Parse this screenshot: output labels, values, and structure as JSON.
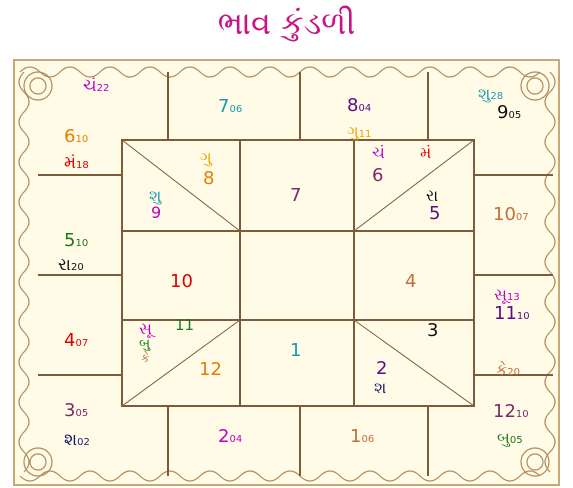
{
  "title": "ભાવ કુંડળી",
  "colors": {
    "title": "#c71585",
    "frame": "#7a5c3a",
    "background": "#fffbe6",
    "ornament": "#b08a5a"
  },
  "outer_houses": [
    {
      "id": "top-left",
      "planets": [
        {
          "name": "ચં",
          "deg": "22",
          "color": "#b400d6"
        }
      ],
      "signs": [
        {
          "num": "6",
          "deg": "10",
          "color": "#e67e00"
        }
      ],
      "extra": [
        {
          "name": "મં",
          "deg": "18",
          "color": "#e00000"
        }
      ]
    },
    {
      "id": "top-2",
      "signs": [
        {
          "num": "7",
          "deg": "06",
          "color": "#1a9ab0"
        }
      ]
    },
    {
      "id": "top-3",
      "signs": [
        {
          "num": "8",
          "deg": "04",
          "color": "#5a0a8a"
        }
      ],
      "planets": [
        {
          "name": "ગુ",
          "deg": "11",
          "color": "#f0a000"
        }
      ]
    },
    {
      "id": "top-right",
      "planets": [
        {
          "name": "શુ",
          "deg": "28",
          "color": "#1a9ab0"
        }
      ],
      "signs": [
        {
          "num": "9",
          "deg": "05",
          "color": "#111111"
        }
      ]
    },
    {
      "id": "right-1",
      "signs": [
        {
          "num": "10",
          "deg": "07",
          "color": "#c0703a"
        }
      ]
    },
    {
      "id": "right-2",
      "planets": [
        {
          "name": "સૂ",
          "deg": "13",
          "color": "#c000c0"
        }
      ],
      "signs": [
        {
          "num": "11",
          "deg": "10",
          "color": "#5a0a8a"
        }
      ]
    },
    {
      "id": "right-3",
      "planets": [
        {
          "name": "કે",
          "deg": "20",
          "color": "#c0703a"
        }
      ]
    },
    {
      "id": "bottom-right",
      "signs": [
        {
          "num": "12",
          "deg": "10",
          "color": "#7a2a6a"
        }
      ],
      "planets": [
        {
          "name": "બુ",
          "deg": "05",
          "color": "#1a7a1a"
        }
      ]
    },
    {
      "id": "bottom-3",
      "signs": [
        {
          "num": "1",
          "deg": "06",
          "color": "#c0703a"
        }
      ]
    },
    {
      "id": "bottom-2",
      "signs": [
        {
          "num": "2",
          "deg": "04",
          "color": "#c000c0"
        }
      ]
    },
    {
      "id": "bottom-left",
      "signs": [
        {
          "num": "3",
          "deg": "05",
          "color": "#7a2a6a"
        }
      ],
      "planets": [
        {
          "name": "શ",
          "deg": "02",
          "color": "#1a1a6a"
        }
      ]
    },
    {
      "id": "left-3",
      "signs": [
        {
          "num": "4",
          "deg": "07",
          "color": "#e00000"
        }
      ]
    },
    {
      "id": "left-2",
      "signs": [
        {
          "num": "5",
          "deg": "10",
          "color": "#1a7a1a"
        }
      ],
      "planets": [
        {
          "name": "રા",
          "deg": "20",
          "color": "#111111"
        }
      ]
    }
  ],
  "inner_houses": [
    {
      "num": "7",
      "color": "#7a2a6a"
    },
    {
      "num": "8",
      "color": "#e67e00",
      "planets": [
        {
          "name": "ગુ",
          "color": "#f0a000"
        }
      ]
    },
    {
      "num": "9",
      "color": "#c000c0",
      "planets": [
        {
          "name": "શુ",
          "color": "#1a9ab0"
        }
      ]
    },
    {
      "num": "6",
      "color": "#7a2a6a",
      "planets": [
        {
          "name": "ચં",
          "color": "#b400d6"
        },
        {
          "name": "મં",
          "color": "#e00000"
        }
      ]
    },
    {
      "num": "5",
      "color": "#5a0a8a",
      "planets": [
        {
          "name": "રા",
          "color": "#111111"
        }
      ]
    },
    {
      "num": "10",
      "color": "#e00000"
    },
    {
      "num": "4",
      "color": "#c0703a"
    },
    {
      "num": "11",
      "color": "#1a7a1a",
      "planets": [
        {
          "name": "સૂ",
          "color": "#c000c0"
        },
        {
          "name": "બુ",
          "color": "#1a7a1a"
        },
        {
          "name": "કે",
          "color": "#c0703a"
        }
      ]
    },
    {
      "num": "12",
      "color": "#e67e00"
    },
    {
      "num": "1",
      "color": "#1a9ab0"
    },
    {
      "num": "3",
      "color": "#111111"
    },
    {
      "num": "2",
      "color": "#5a0a8a",
      "planets": [
        {
          "name": "શ",
          "color": "#1a1a6a"
        }
      ]
    }
  ]
}
